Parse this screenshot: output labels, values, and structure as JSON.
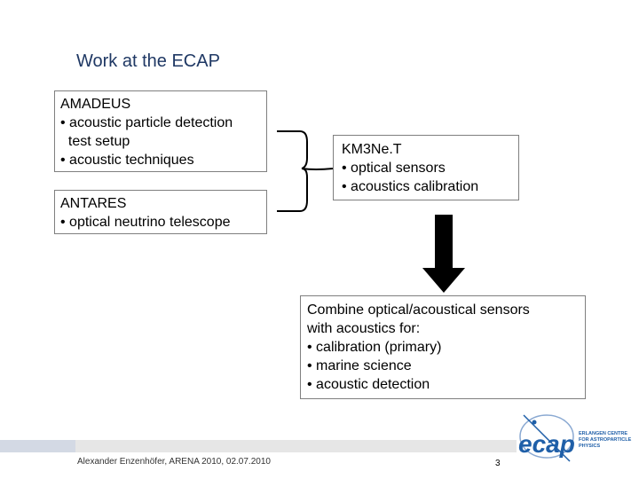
{
  "slide": {
    "title": "Work at the ECAP",
    "boxes": {
      "amadeus": [
        "AMADEUS",
        "• acoustic particle detection",
        "  test setup",
        "• acoustic techniques"
      ],
      "antares": [
        "ANTARES",
        "• optical neutrino telescope"
      ],
      "km3net": [
        "KM3Ne.T",
        "• optical sensors",
        "• acoustics calibration"
      ],
      "combine": [
        "Combine optical/acoustical sensors",
        "with acoustics for:",
        "• calibration (primary)",
        "• marine science",
        "• acoustic detection"
      ]
    },
    "footer": {
      "author": "Alexander Enzenhöfer, ARENA 2010, 02.07.2010",
      "page": "3"
    },
    "logo": {
      "mark": "ecap",
      "tagline": [
        "ERLANGEN CENTRE",
        "FOR ASTROPARTICLE",
        "PHYSICS"
      ]
    },
    "colors": {
      "title": "#1f3864",
      "logo": "#1f5fa8",
      "arrow": "#000000"
    }
  }
}
